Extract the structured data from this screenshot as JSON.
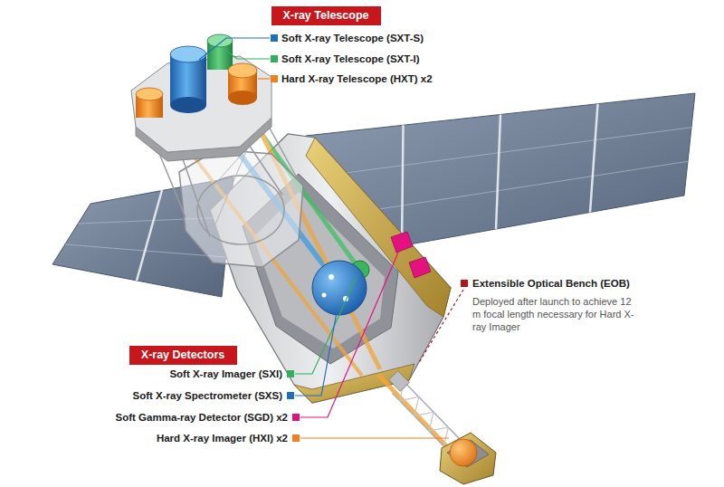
{
  "diagram": {
    "nodes": [
      {
        "text": [
          "X-ray Telescope"
        ]
      },
      {
        "text": [
          "X-ray Detectors"
        ]
      }
    ],
    "labels": [
      "Soft X-ray Telescope (SXT-S)",
      "Soft X-ray Telescope (SXT-I)",
      "Hard X-ray Telescope (HXT) x2",
      "Extensible Optical Bench (EOB)",
      "Deployed after launch to achieve 12 m focal length necessary for Hard X-ray Imager",
      "Soft X-ray Imager (SXI)",
      "Soft X-ray Spectrometer (SXS)",
      "Soft Gamma-ray Detector (SGD) x2",
      "Hard X-ray Imager (HXI) x2"
    ]
  }
}
